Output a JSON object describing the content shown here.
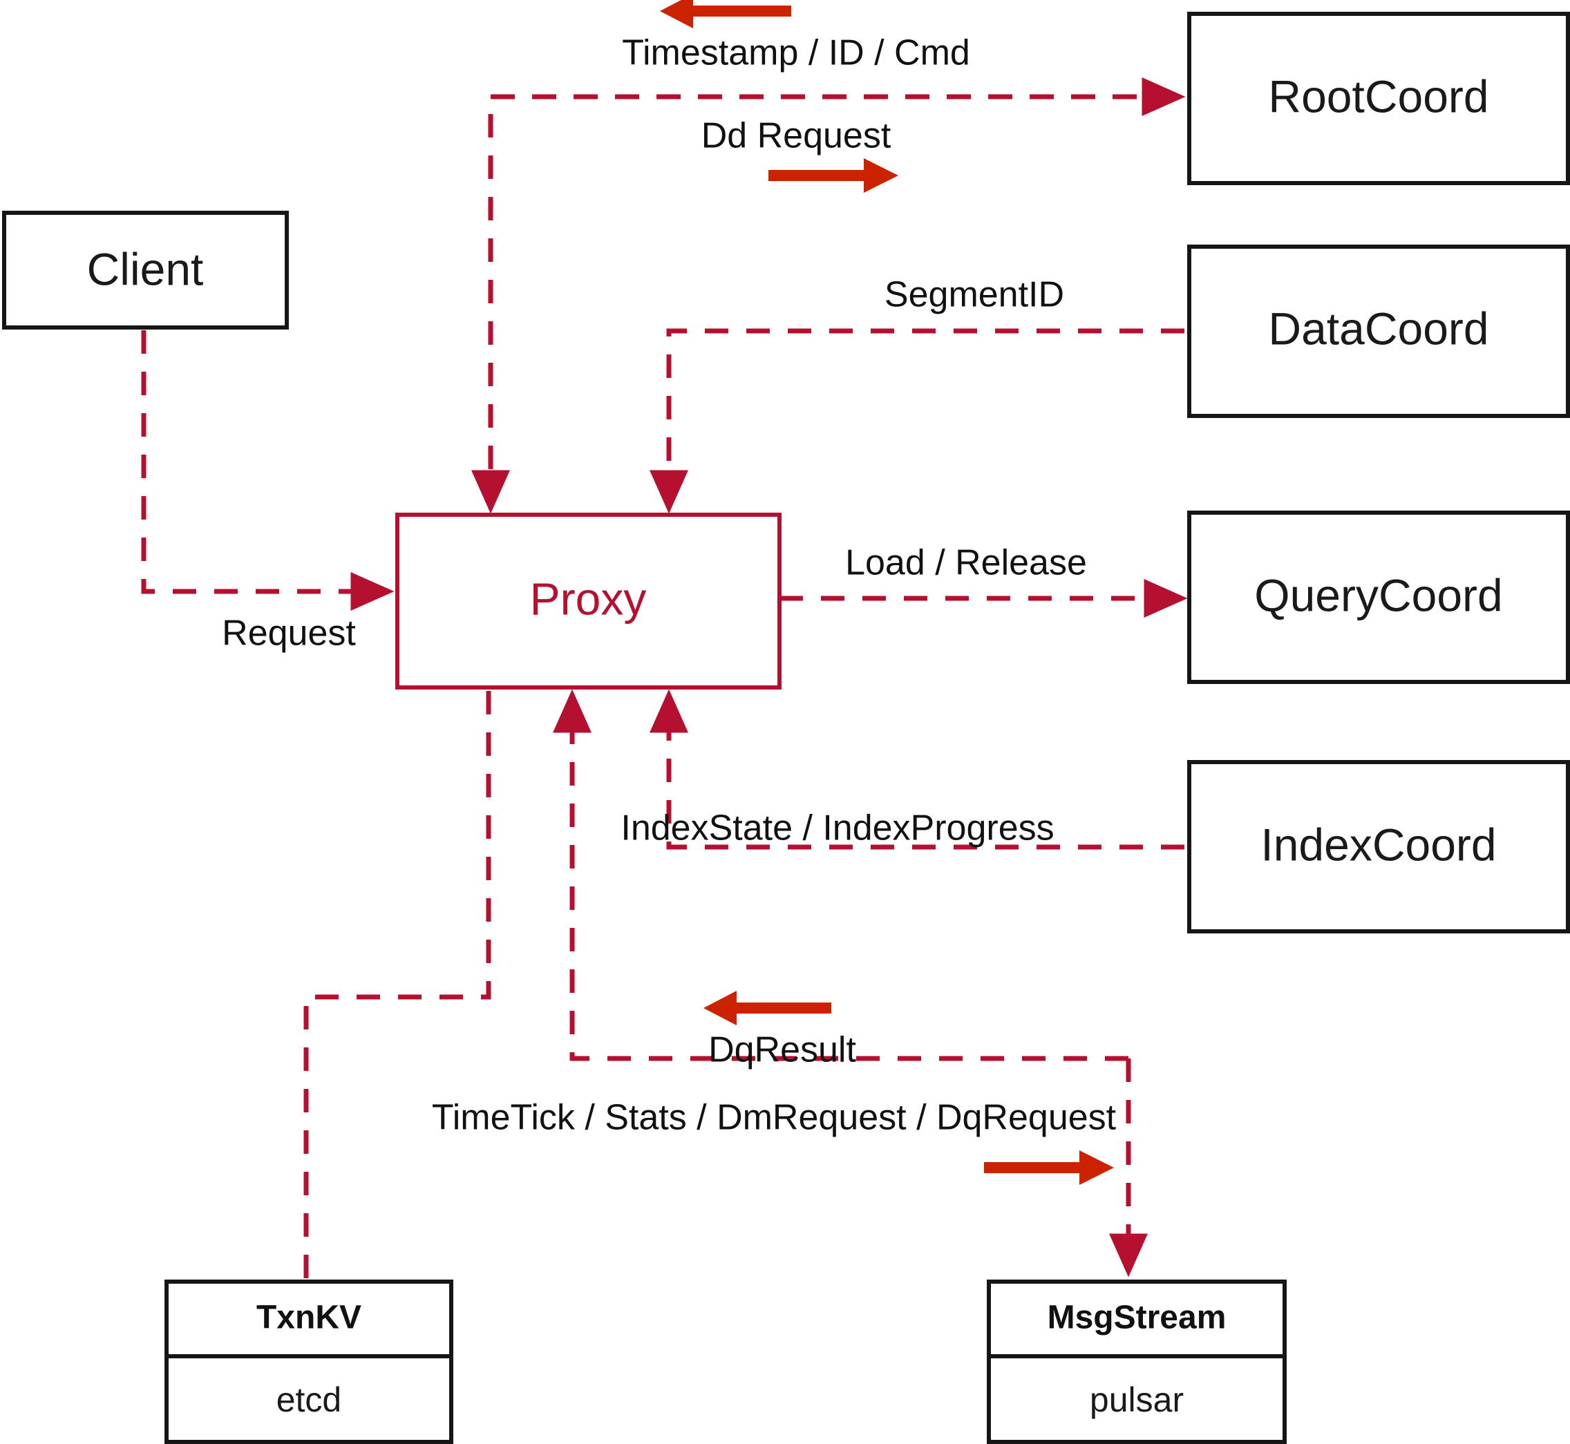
{
  "diagram": {
    "title": "Milvus Proxy interaction diagram",
    "colors": {
      "accent_crimson": "#B51030",
      "accent_red": "#CC2200",
      "node_stroke": "#161616",
      "background": "#FFFFFF"
    },
    "nodes": [
      {
        "id": "client",
        "label": "Client",
        "style": "plain"
      },
      {
        "id": "proxy",
        "label": "Proxy",
        "style": "accent"
      },
      {
        "id": "rootcoord",
        "label": "RootCoord",
        "style": "plain"
      },
      {
        "id": "datacoord",
        "label": "DataCoord",
        "style": "plain"
      },
      {
        "id": "querycoord",
        "label": "QueryCoord",
        "style": "plain"
      },
      {
        "id": "indexcoord",
        "label": "IndexCoord",
        "style": "plain"
      },
      {
        "id": "txnkv",
        "label": "TxnKV",
        "sub": "etcd",
        "style": "two-part"
      },
      {
        "id": "msgstream",
        "label": "MsgStream",
        "sub": "pulsar",
        "style": "two-part"
      }
    ],
    "edge_labels": [
      {
        "id": "timestamp-id-cmd",
        "text": "Timestamp / ID / Cmd",
        "direction": "left"
      },
      {
        "id": "dd-request",
        "text": "Dd Request",
        "direction": "right"
      },
      {
        "id": "segment-id",
        "text": "SegmentID",
        "direction": "none"
      },
      {
        "id": "load-release",
        "text": "Load / Release",
        "direction": "none"
      },
      {
        "id": "request",
        "text": "Request",
        "direction": "none"
      },
      {
        "id": "index-state-progress",
        "text": "IndexState / IndexProgress",
        "direction": "none"
      },
      {
        "id": "dq-result",
        "text": "DqResult",
        "direction": "left"
      },
      {
        "id": "timetick-stats",
        "text": "TimeTick / Stats / DmRequest / DqRequest",
        "direction": "right"
      }
    ]
  }
}
